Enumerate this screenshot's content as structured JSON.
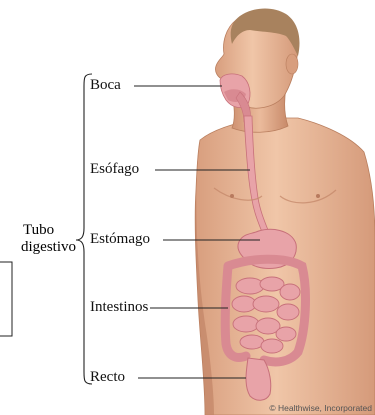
{
  "diagram": {
    "group_label_line1": "Tubo",
    "group_label_line2": "digestivo",
    "parts": [
      {
        "id": "boca",
        "label": "Boca"
      },
      {
        "id": "esofago",
        "label": "Esófago"
      },
      {
        "id": "estomago",
        "label": "Estómago"
      },
      {
        "id": "intestinos",
        "label": "Intestinos"
      },
      {
        "id": "recto",
        "label": "Recto"
      }
    ],
    "copyright": "© Healthwise, Incorporated"
  },
  "colors": {
    "skin": "#e8b99a",
    "skin_shadow": "#c98e6e",
    "hair": "#a8825e",
    "organ_pink": "#e8a3a8",
    "organ_dark": "#c7707a",
    "line": "#222222"
  }
}
